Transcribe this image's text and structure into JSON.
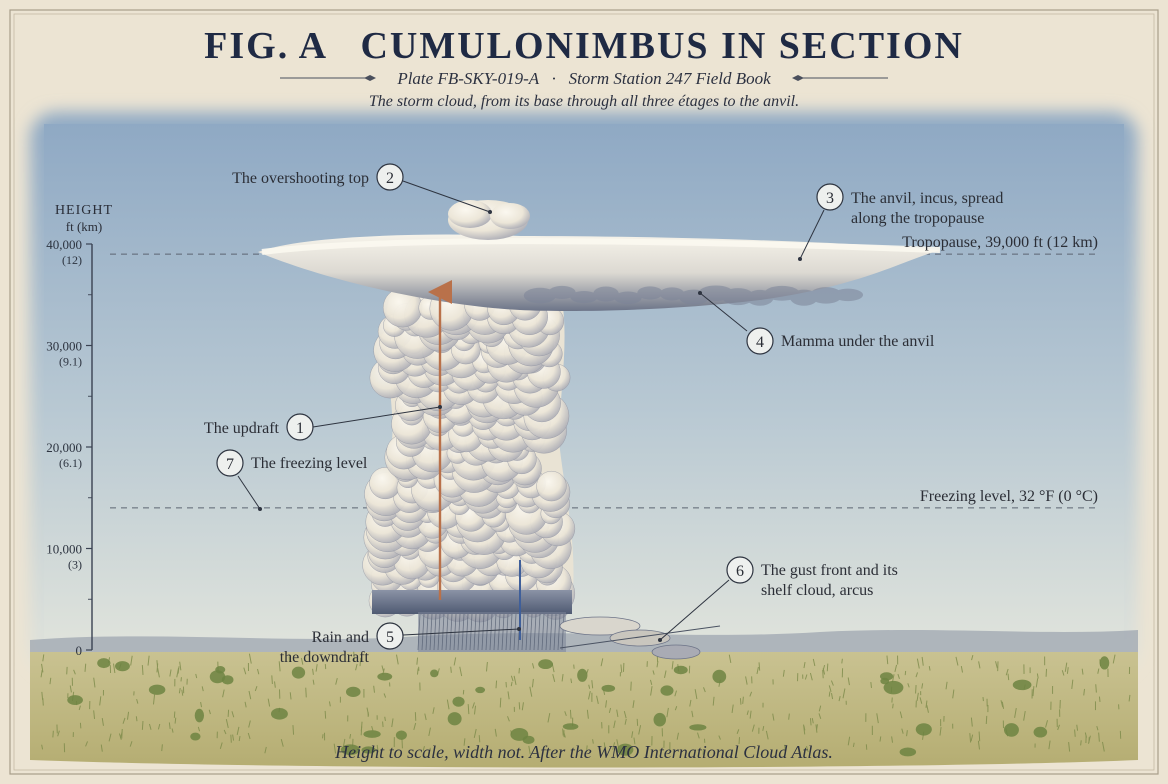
{
  "header": {
    "title": "FIG. A   CUMULONIMBUS IN SECTION",
    "plate_line": "Plate FB-SKY-019-A   ·   Storm Station 247 Field Book",
    "subtitle": "The storm cloud, from its base through all three étages to the anvil."
  },
  "footer": {
    "note": "Height to scale, width not. After the WMO International Cloud Atlas."
  },
  "axis": {
    "title": "HEIGHT",
    "unit": "ft (km)",
    "ticks": [
      {
        "ft": "40,000",
        "km": "(12)",
        "value_ft": 40000
      },
      {
        "ft": "30,000",
        "km": "(9.1)",
        "value_ft": 30000
      },
      {
        "ft": "20,000",
        "km": "(6.1)",
        "value_ft": 20000
      },
      {
        "ft": "10,000",
        "km": "(3)",
        "value_ft": 10000
      },
      {
        "ft": "0",
        "km": "",
        "value_ft": 0
      }
    ],
    "max_ft": 40000
  },
  "reference_lines": {
    "tropopause": {
      "label": "Tropopause, 39,000 ft (12 km)",
      "value_ft": 39000
    },
    "freezing": {
      "label": "Freezing level, 32 °F (0 °C)",
      "value_ft": 14000
    }
  },
  "callouts": {
    "c1": {
      "num": "1",
      "line1": "The updraft",
      "line2": ""
    },
    "c2": {
      "num": "2",
      "line1": "The overshooting top",
      "line2": ""
    },
    "c3": {
      "num": "3",
      "line1": "The anvil, incus, spread",
      "line2": "along the tropopause"
    },
    "c4": {
      "num": "4",
      "line1": "Mamma under the anvil",
      "line2": ""
    },
    "c5": {
      "num": "5",
      "line1": "Rain and",
      "line2": "the downdraft"
    },
    "c6": {
      "num": "6",
      "line1": "The gust front and its",
      "line2": "shelf cloud, arcus"
    },
    "c7": {
      "num": "7",
      "line1": "The freezing level",
      "line2": ""
    }
  },
  "colors": {
    "ink": "#2a2e38",
    "sky_top": "#8fa9c4",
    "sky_bottom": "#dfe4e0",
    "cloud": "#f4f0e6",
    "cloud_shadow": "#5f6b82",
    "updraft": "#b9714a",
    "downdraft": "#3f5f9a",
    "ground": "#b9b27c",
    "paper": "#ece4d3"
  }
}
